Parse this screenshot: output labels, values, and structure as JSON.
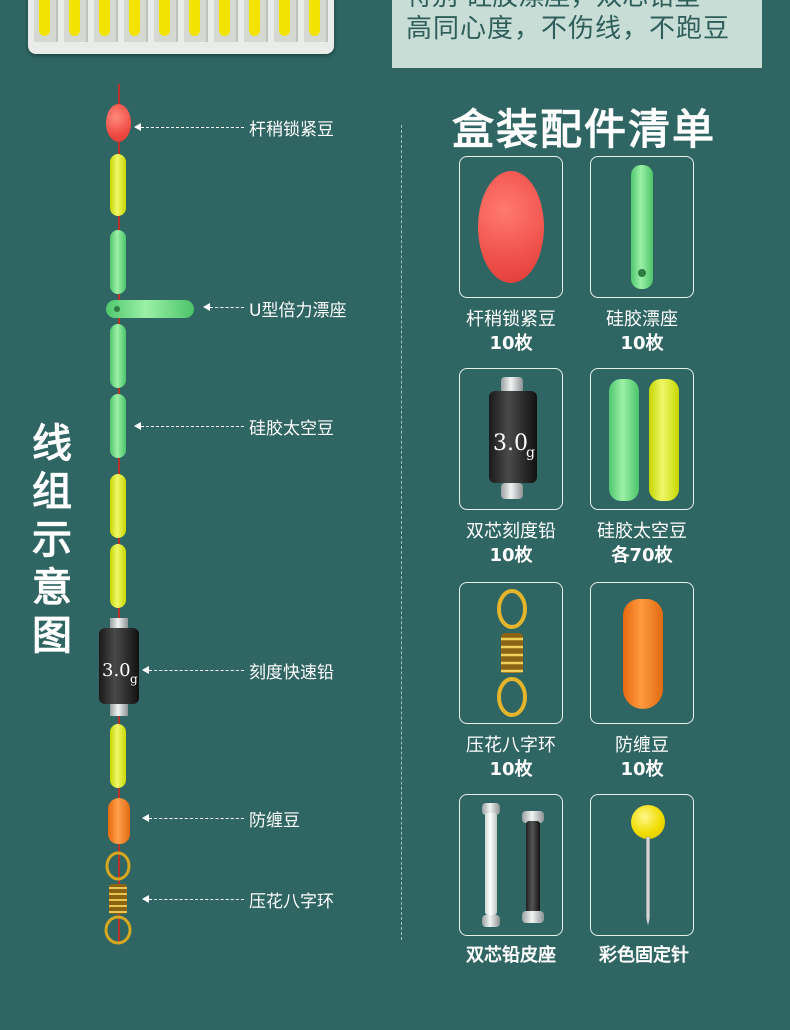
{
  "top_text": {
    "line1": "特别   硅胶漂座，双芯铅坠",
    "line2": "高同心度，不伤线，不跑豆"
  },
  "vertical_title": [
    "线",
    "组",
    "示",
    "意",
    "图"
  ],
  "line_labels": {
    "lock_bean": "杆稍锁紧豆",
    "u_float_seat": "U型倍力漂座",
    "silicone_bean": "硅胶太空豆",
    "quick_sinker": "刻度快速铅",
    "anti_tangle": "防缠豆",
    "swivel": "压花八字环"
  },
  "sinker_mark": "3.0",
  "sinker_unit": "g",
  "right_title": "盒装配件清单",
  "items": [
    {
      "name": "杆稍锁紧豆",
      "qty": "10枚"
    },
    {
      "name": "硅胶漂座",
      "qty": "10枚"
    },
    {
      "name": "双芯刻度铅",
      "qty": "10枚"
    },
    {
      "name": "硅胶太空豆",
      "qty": "各70枚"
    },
    {
      "name": "压花八字环",
      "qty": "10枚"
    },
    {
      "name": "防缠豆",
      "qty": "10枚"
    },
    {
      "name": "双芯铅皮座",
      "qty": ""
    },
    {
      "name": "彩色固定针",
      "qty": ""
    }
  ],
  "colors": {
    "background": "#2f6663",
    "lock_bean": "#f0504a",
    "green_bean": "#6fdc85",
    "yellow_bean": "#e8f23a",
    "anti_tangle": "#f07a1a",
    "pin_head": "#f5e200"
  }
}
